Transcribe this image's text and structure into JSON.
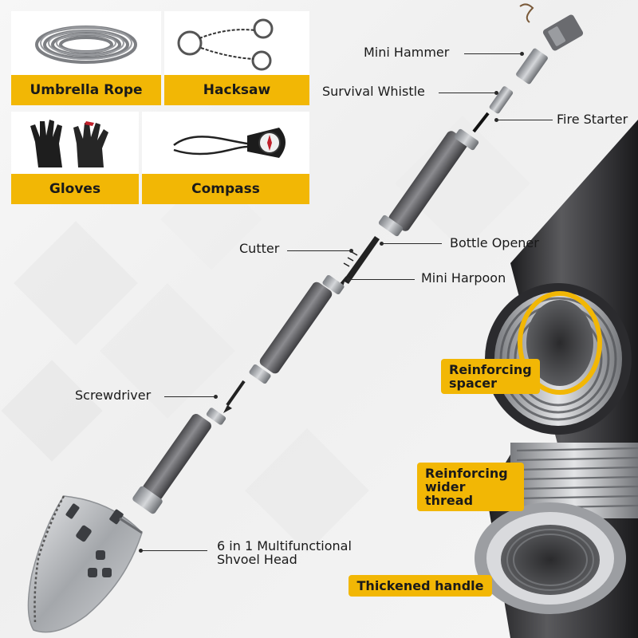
{
  "accessories": [
    {
      "id": "rope",
      "label": "Umbrella Rope",
      "icon": "rope-coil-icon"
    },
    {
      "id": "hacksaw",
      "label": "Hacksaw",
      "icon": "wire-saw-icon"
    },
    {
      "id": "gloves",
      "label": "Gloves",
      "icon": "gloves-icon"
    },
    {
      "id": "compass",
      "label": "Compass",
      "icon": "compass-icon"
    }
  ],
  "parts": {
    "mini_hammer": "Mini Hammer",
    "survival_whistle": "Survival Whistle",
    "fire_starter": "Fire Starter",
    "cutter": "Cutter",
    "bottle_opener": "Bottle Opener",
    "mini_harpoon": "Mini Harpoon",
    "screwdriver": "Screwdriver",
    "shovel_head": {
      "line1": "6 in 1 Multifunctional",
      "line2": "Shvoel Head"
    }
  },
  "detail_tags": {
    "spacer": {
      "line1": "Reinforcing",
      "line2": "spacer"
    },
    "thread": {
      "line1": "Reinforcing",
      "line2": "wider thread"
    },
    "handle": "Thickened handle"
  },
  "colors": {
    "accent": "#f2b705",
    "background": "#f2f2f2",
    "shaft": "#6f6f72",
    "metal": "#b9bcc0",
    "text": "#1a1a1a"
  }
}
